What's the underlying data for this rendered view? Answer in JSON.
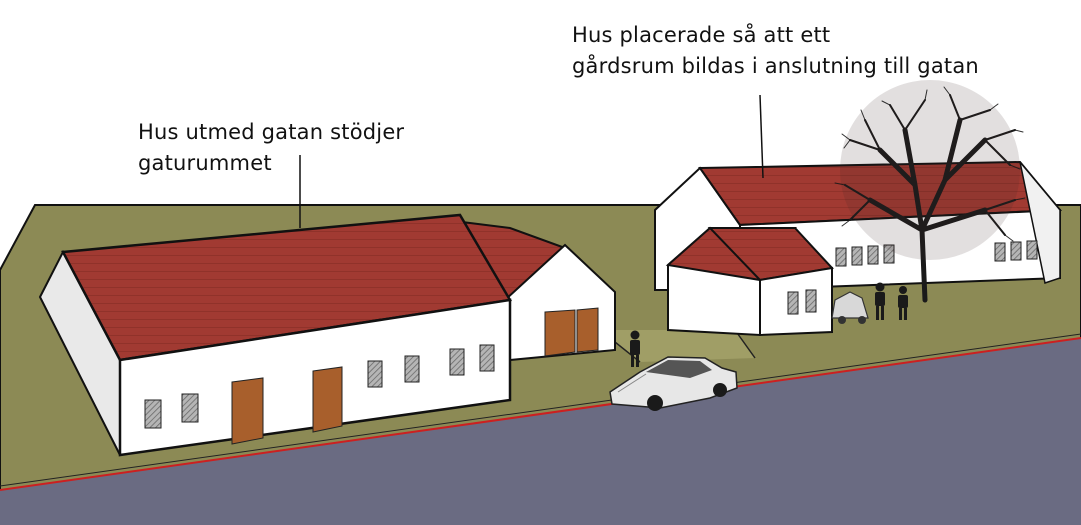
{
  "annotations": {
    "left": {
      "line1": "Hus utmed gatan stödjer",
      "line2": "gaturummet"
    },
    "right": {
      "line1": "Hus placerade så att ett",
      "line2": "gårdsrum bildas i anslutning till gatan"
    }
  },
  "colors": {
    "ground": "#8c8a55",
    "road": "#6a6b82",
    "roof": "#a13a32",
    "wall": "#ffffff",
    "door": "#a85f2c",
    "window": "#9a9a9a",
    "tree": "#1a1a1a",
    "road_edge": "#cc2020"
  }
}
